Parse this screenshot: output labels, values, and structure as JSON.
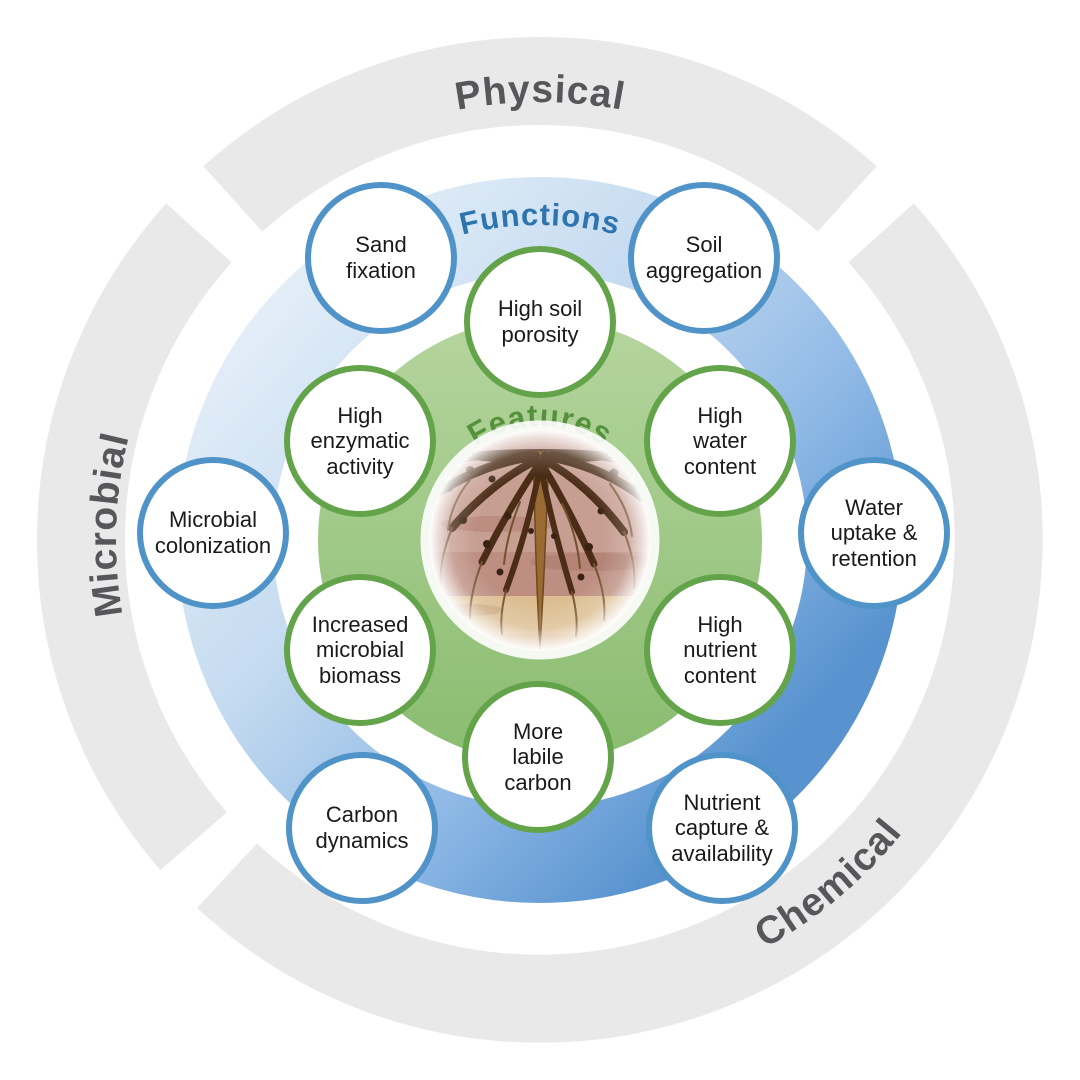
{
  "outer_ring": {
    "ring_color": "#e9e9ea",
    "label_color": "#56575a",
    "segments": [
      {
        "id": "physical",
        "label": "Physical"
      },
      {
        "id": "chemical",
        "label": "Chemical"
      },
      {
        "id": "microbial",
        "label": "Microbial"
      }
    ]
  },
  "functions_ring": {
    "label": "Functions",
    "label_color": "#2e74ae",
    "circle_border_color": "#4f93c8",
    "ring_gradient": [
      "#e8f1fa",
      "#c5dbf0",
      "#8fb9e6",
      "#5893cf"
    ],
    "items": [
      {
        "id": "sand-fixation",
        "label": "Sand fixation"
      },
      {
        "id": "soil-aggregation",
        "label": "Soil aggregation"
      },
      {
        "id": "microbial-colonization",
        "label": "Microbial colonization"
      },
      {
        "id": "water-uptake-retention",
        "label": "Water uptake & retention"
      },
      {
        "id": "carbon-dynamics",
        "label": "Carbon dynamics"
      },
      {
        "id": "nutrient-capture-availability",
        "label": "Nutrient capture & availability"
      }
    ]
  },
  "features_core": {
    "label": "Features",
    "label_color": "#55913d",
    "circle_border_color": "#63a349",
    "disc_gradient": [
      "#b5d59e",
      "#8abc70"
    ],
    "center_illustration": "plant-root-system-in-soil",
    "items": [
      {
        "id": "high-soil-porosity",
        "label": "High soil porosity"
      },
      {
        "id": "high-enzymatic-activity",
        "label": "High enzymatic activity"
      },
      {
        "id": "high-water-content",
        "label": "High water content"
      },
      {
        "id": "increased-microbial-biomass",
        "label": "Increased microbial biomass"
      },
      {
        "id": "high-nutrient-content",
        "label": "High nutrient content"
      },
      {
        "id": "more-labile-carbon",
        "label": "More labile carbon"
      }
    ]
  }
}
